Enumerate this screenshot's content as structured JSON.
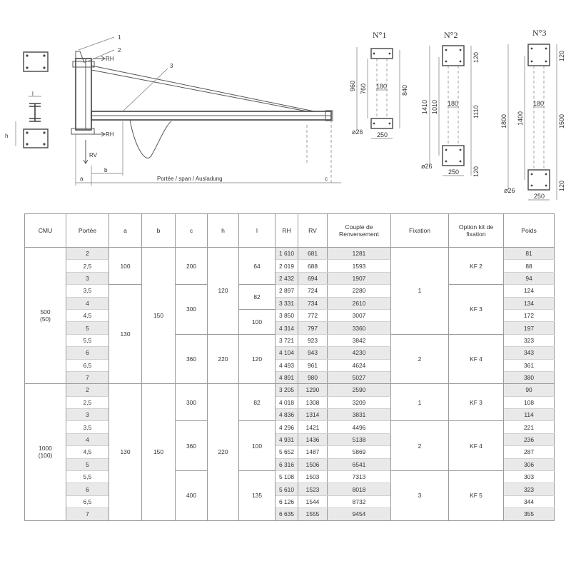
{
  "drawing": {
    "callouts": [
      "1",
      "2",
      "3"
    ],
    "forces": {
      "rh_top": "RH",
      "rh_bottom": "RH",
      "rv": "RV"
    },
    "dims": {
      "a": "a",
      "b": "b",
      "c": "c",
      "span": "Portée / span / Ausladung"
    },
    "section": {
      "l": "l",
      "h": "h"
    },
    "foundations": [
      {
        "title": "N°1",
        "dims": [
          "960",
          "760",
          "180",
          "840",
          "250"
        ],
        "hole": "ø26"
      },
      {
        "title": "N°2",
        "dims": [
          "120",
          "1410",
          "1010",
          "180",
          "1110",
          "250",
          "120"
        ],
        "hole": "ø26"
      },
      {
        "title": "N°3",
        "dims": [
          "120",
          "1800",
          "1400",
          "180",
          "1500",
          "250",
          "120"
        ],
        "hole": "ø26"
      }
    ]
  },
  "table": {
    "headers": [
      "CMU",
      "Portée",
      "a",
      "b",
      "c",
      "h",
      "l",
      "RH",
      "RV",
      "Couple de Renversement",
      "Fixation",
      "Option kit de fixation",
      "Poids"
    ],
    "groups": [
      {
        "cmu": "500\n(50)",
        "rows": [
          {
            "portee": "2",
            "rh": "1 610",
            "rv": "681",
            "couple": "1281",
            "poids": "81"
          },
          {
            "portee": "2,5",
            "rh": "2 019",
            "rv": "688",
            "couple": "1593",
            "poids": "88"
          },
          {
            "portee": "3",
            "rh": "2 432",
            "rv": "694",
            "couple": "1907",
            "poids": "94"
          },
          {
            "portee": "3,5",
            "rh": "2 897",
            "rv": "724",
            "couple": "2280",
            "poids": "124"
          },
          {
            "portee": "4",
            "rh": "3 331",
            "rv": "734",
            "couple": "2610",
            "poids": "134"
          },
          {
            "portee": "4,5",
            "rh": "3 850",
            "rv": "772",
            "couple": "3007",
            "poids": "172"
          },
          {
            "portee": "5",
            "rh": "4 314",
            "rv": "797",
            "couple": "3360",
            "poids": "197"
          },
          {
            "portee": "5,5",
            "rh": "3 721",
            "rv": "923",
            "couple": "3842",
            "poids": "323"
          },
          {
            "portee": "6",
            "rh": "4 104",
            "rv": "943",
            "couple": "4230",
            "poids": "343"
          },
          {
            "portee": "6,5",
            "rh": "4 493",
            "rv": "961",
            "couple": "4624",
            "poids": "361"
          },
          {
            "portee": "7",
            "rh": "4 891",
            "rv": "980",
            "couple": "5027",
            "poids": "380"
          }
        ],
        "spans": {
          "a": [
            {
              "start": 0,
              "len": 3,
              "text": "100"
            },
            {
              "start": 3,
              "len": 8,
              "text": "130"
            }
          ],
          "b": [
            {
              "start": 0,
              "len": 11,
              "text": "150"
            }
          ],
          "c": [
            {
              "start": 0,
              "len": 3,
              "text": "200"
            },
            {
              "start": 3,
              "len": 4,
              "text": "300"
            },
            {
              "start": 7,
              "len": 4,
              "text": "360"
            }
          ],
          "h": [
            {
              "start": 0,
              "len": 7,
              "text": "120"
            },
            {
              "start": 7,
              "len": 4,
              "text": "220"
            }
          ],
          "l": [
            {
              "start": 0,
              "len": 3,
              "text": "64"
            },
            {
              "start": 3,
              "len": 2,
              "text": "82"
            },
            {
              "start": 5,
              "len": 2,
              "text": "100"
            },
            {
              "start": 7,
              "len": 4,
              "text": "120"
            }
          ],
          "fixation": [
            {
              "start": 0,
              "len": 7,
              "text": "1"
            },
            {
              "start": 7,
              "len": 4,
              "text": "2"
            }
          ],
          "kit": [
            {
              "start": 0,
              "len": 3,
              "text": "KF 2"
            },
            {
              "start": 3,
              "len": 4,
              "text": "KF 3"
            },
            {
              "start": 7,
              "len": 4,
              "text": "KF 4"
            }
          ]
        }
      },
      {
        "cmu": "1000\n(100)",
        "rows": [
          {
            "portee": "2",
            "rh": "3 205",
            "rv": "1290",
            "couple": "2590",
            "poids": "90"
          },
          {
            "portee": "2,5",
            "rh": "4 018",
            "rv": "1308",
            "couple": "3209",
            "poids": "108"
          },
          {
            "portee": "3",
            "rh": "4 836",
            "rv": "1314",
            "couple": "3831",
            "poids": "114"
          },
          {
            "portee": "3,5",
            "rh": "4 296",
            "rv": "1421",
            "couple": "4496",
            "poids": "221"
          },
          {
            "portee": "4",
            "rh": "4 931",
            "rv": "1436",
            "couple": "5138",
            "poids": "236"
          },
          {
            "portee": "4,5",
            "rh": "5 652",
            "rv": "1487",
            "couple": "5869",
            "poids": "287"
          },
          {
            "portee": "5",
            "rh": "6 316",
            "rv": "1506",
            "couple": "6541",
            "poids": "306"
          },
          {
            "portee": "5,5",
            "rh": "5 108",
            "rv": "1503",
            "couple": "7313",
            "poids": "303"
          },
          {
            "portee": "6",
            "rh": "5 610",
            "rv": "1523",
            "couple": "8018",
            "poids": "323"
          },
          {
            "portee": "6,5",
            "rh": "6 126",
            "rv": "1544",
            "couple": "8732",
            "poids": "344"
          },
          {
            "portee": "7",
            "rh": "6 635",
            "rv": "1555",
            "couple": "9454",
            "poids": "355"
          }
        ],
        "spans": {
          "a": [
            {
              "start": 0,
              "len": 11,
              "text": "130"
            }
          ],
          "b": [
            {
              "start": 0,
              "len": 11,
              "text": "150"
            }
          ],
          "c": [
            {
              "start": 0,
              "len": 3,
              "text": "300"
            },
            {
              "start": 3,
              "len": 4,
              "text": "360"
            },
            {
              "start": 7,
              "len": 4,
              "text": "400"
            }
          ],
          "h": [
            {
              "start": 0,
              "len": 11,
              "text": "220"
            }
          ],
          "l": [
            {
              "start": 0,
              "len": 3,
              "text": "82"
            },
            {
              "start": 3,
              "len": 4,
              "text": "100"
            },
            {
              "start": 7,
              "len": 4,
              "text": "135"
            }
          ],
          "fixation": [
            {
              "start": 0,
              "len": 3,
              "text": "1"
            },
            {
              "start": 3,
              "len": 4,
              "text": "2"
            },
            {
              "start": 7,
              "len": 4,
              "text": "3"
            }
          ],
          "kit": [
            {
              "start": 0,
              "len": 3,
              "text": "KF 3"
            },
            {
              "start": 3,
              "len": 4,
              "text": "KF 4"
            },
            {
              "start": 7,
              "len": 4,
              "text": "KF 5"
            }
          ]
        }
      }
    ]
  }
}
